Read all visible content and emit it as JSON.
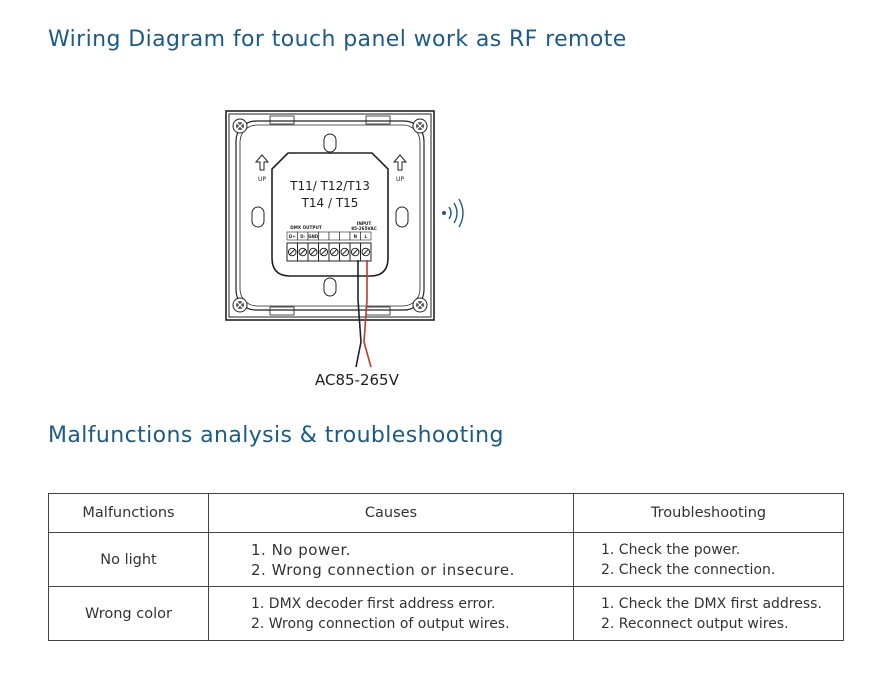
{
  "headings": {
    "wiring": "Wiring Diagram for touch panel work as RF remote",
    "malfunctions": "Malfunctions analysis & troubleshooting"
  },
  "panel": {
    "model_line1": "T11/ T12/T13",
    "model_line2": "T14 / T15",
    "terminal_group_left": "DMX OUTPUT",
    "terminal_group_right_line1": "INPUT",
    "terminal_group_right_line2": "85-265VAC",
    "terminals": [
      "D+",
      "D-",
      "GND",
      "",
      "",
      "",
      "N",
      "L"
    ]
  },
  "supply_label": "AC85-265V",
  "colors": {
    "heading": "#1c5a8c",
    "wire_live": "#c0392b",
    "wire_neutral": "#222222"
  },
  "table": {
    "headers": [
      "Malfunctions",
      "Causes",
      "Troubleshooting"
    ],
    "rows": [
      {
        "malfunction": "No light",
        "causes": [
          "1. No power.",
          "2. Wrong connection or insecure."
        ],
        "fixes": [
          "1. Check the power.",
          "2. Check the connection."
        ]
      },
      {
        "malfunction": "Wrong color",
        "causes": [
          "1. DMX decoder first address error.",
          "2.  Wrong connection of output wires."
        ],
        "fixes": [
          "1. Check the DMX first address.",
          "2. Reconnect output wires."
        ]
      }
    ]
  }
}
